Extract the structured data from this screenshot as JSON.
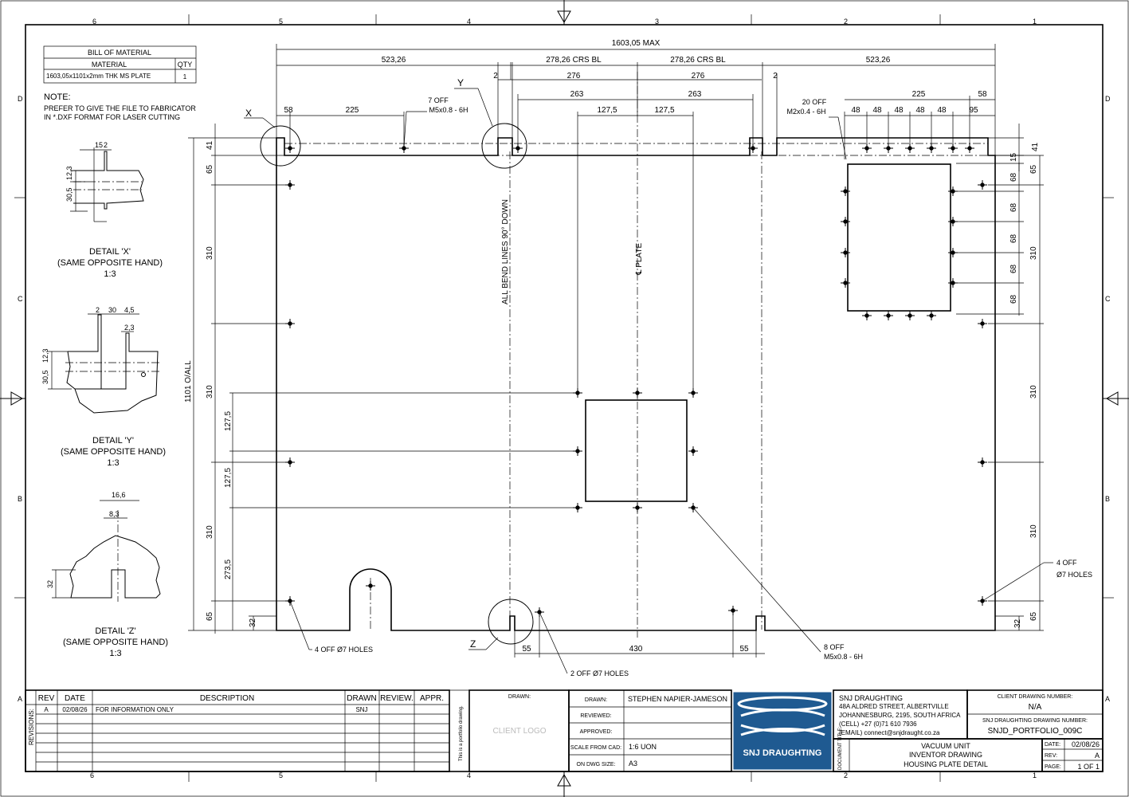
{
  "sheet": {
    "column_labels": [
      "6",
      "5",
      "4",
      "3",
      "2",
      "1"
    ],
    "row_labels": [
      "D",
      "C",
      "B",
      "A"
    ]
  },
  "bom": {
    "title": "BILL OF MATERIAL",
    "headers": [
      "MATERIAL",
      "QTY"
    ],
    "rows": [
      {
        "material": "1603,05x1101x2mm THK MS PLATE",
        "qty": "1"
      }
    ]
  },
  "note": {
    "heading": "NOTE:",
    "line1": "PREFER TO GIVE THE FILE TO FABRICATOR",
    "line2": "IN *.DXF FORMAT FOR LASER CUTTING"
  },
  "details": {
    "x": {
      "title": "DETAIL 'X'",
      "sub": "(SAME OPPOSITE HAND)",
      "scale": "1:3",
      "dims": [
        "15",
        "2",
        "12,3",
        "30,5"
      ]
    },
    "y": {
      "title": "DETAIL 'Y'",
      "sub": "(SAME OPPOSITE HAND)",
      "scale": "1:3",
      "dims": [
        "2",
        "30",
        "4,5",
        "2,3",
        "12,3",
        "30,5"
      ]
    },
    "z": {
      "title": "DETAIL 'Z'",
      "sub": "(SAME OPPOSITE HAND)",
      "scale": "1:3",
      "dims": [
        "16,6",
        "8,3",
        "32"
      ]
    }
  },
  "main_view": {
    "overall_width": "1603,05 MAX",
    "top_dims": [
      "523,26",
      "278,26 CRS BL",
      "278,26 CRS BL",
      "523,26"
    ],
    "slot_dims": [
      "2",
      "276",
      "276",
      "2"
    ],
    "hole_dims_left": [
      "58",
      "225"
    ],
    "hole_dims_center": [
      "263",
      "263",
      "127,5",
      "127,5"
    ],
    "hole_dims_right": [
      "225",
      "58",
      "48",
      "48",
      "48",
      "48",
      "48",
      "95"
    ],
    "callout_7off": [
      "7 OFF",
      "M5x0.8 - 6H"
    ],
    "callout_20off": [
      "20 OFF",
      "M2x0.4 - 6H"
    ],
    "callout_8off": [
      "8 OFF",
      "M5x0.8 - 6H"
    ],
    "callout_4off_left": "4 OFF Ø7 HOLES",
    "callout_4off_right": [
      "4 OFF",
      "Ø7 HOLES"
    ],
    "callout_2off": "2 OFF Ø7 HOLES",
    "bend_note": "ALL BEND LINES 90° DOWN",
    "centerline_label": "℄ PLATE",
    "overall_height": "1101 O/ALL",
    "left_vert_dims": [
      "41",
      "65",
      "310",
      "310",
      "310",
      "65",
      "32"
    ],
    "left_inner_dims": [
      "127,5",
      "127,5",
      "273,5"
    ],
    "right_vert_dims": [
      "41",
      "15",
      "65",
      "68",
      "68",
      "68",
      "68",
      "68",
      "310",
      "310",
      "310",
      "65",
      "32"
    ],
    "bottom_dims": [
      "55",
      "430",
      "55"
    ],
    "detail_markers": [
      "X",
      "Y",
      "Z"
    ]
  },
  "revisions": {
    "label": "REVISIONS:",
    "headers": [
      "REV",
      "DATE",
      "DESCRIPTION",
      "DRAWN",
      "REVIEW.",
      "APPR."
    ],
    "rows": [
      {
        "rev": "A",
        "date": "02/08/26",
        "desc": "FOR INFORMATION ONLY",
        "drawn": "SNJ",
        "review": "",
        "appr": ""
      }
    ],
    "portfolio_note": "This is a portfolio drawing."
  },
  "title_block": {
    "client_drawn_label": "DRAWN:",
    "client_logo": "CLIENT LOGO",
    "drawn_label": "DRAWN:",
    "drawn_value": "STEPHEN NAPIER-JAMESON",
    "reviewed_label": "REVIEWED:",
    "approved_label": "APPROVED:",
    "scale_label": "SCALE FROM CAD:",
    "scale_value": "1:6 UON",
    "dwg_size_label": "ON DWG SIZE:",
    "dwg_size_value": "A3",
    "logo_text": "SNJ DRAUGHTING",
    "company": {
      "name": "SNJ DRAUGHTING",
      "address1": "48A ALDRED STREET, ALBERTVILLE",
      "address2": "JOHANNESBURG, 2195, SOUTH AFRICA",
      "cell": "(CELL) +27 (0)71 610 7936",
      "email": "(EMAIL) connect@snjdraught.co.za"
    },
    "doc_title_label": "DOCUMENT TITLE:",
    "doc_title": [
      "VACUUM UNIT",
      "INVENTOR DRAWING",
      "HOUSING PLATE DETAIL"
    ],
    "client_dwg_label": "CLIENT DRAWING NUMBER:",
    "client_dwg_value": "N/A",
    "snj_dwg_label": "SNJ DRAUGHTING DRAWING NUMBER:",
    "snj_dwg_value": "SNJD_PORTFOLIO_009C",
    "date_label": "DATE:",
    "date_value": "02/08/26",
    "rev_label": "REV:",
    "rev_value": "A",
    "page_label": "PAGE:",
    "page_value": "1 OF 1"
  }
}
